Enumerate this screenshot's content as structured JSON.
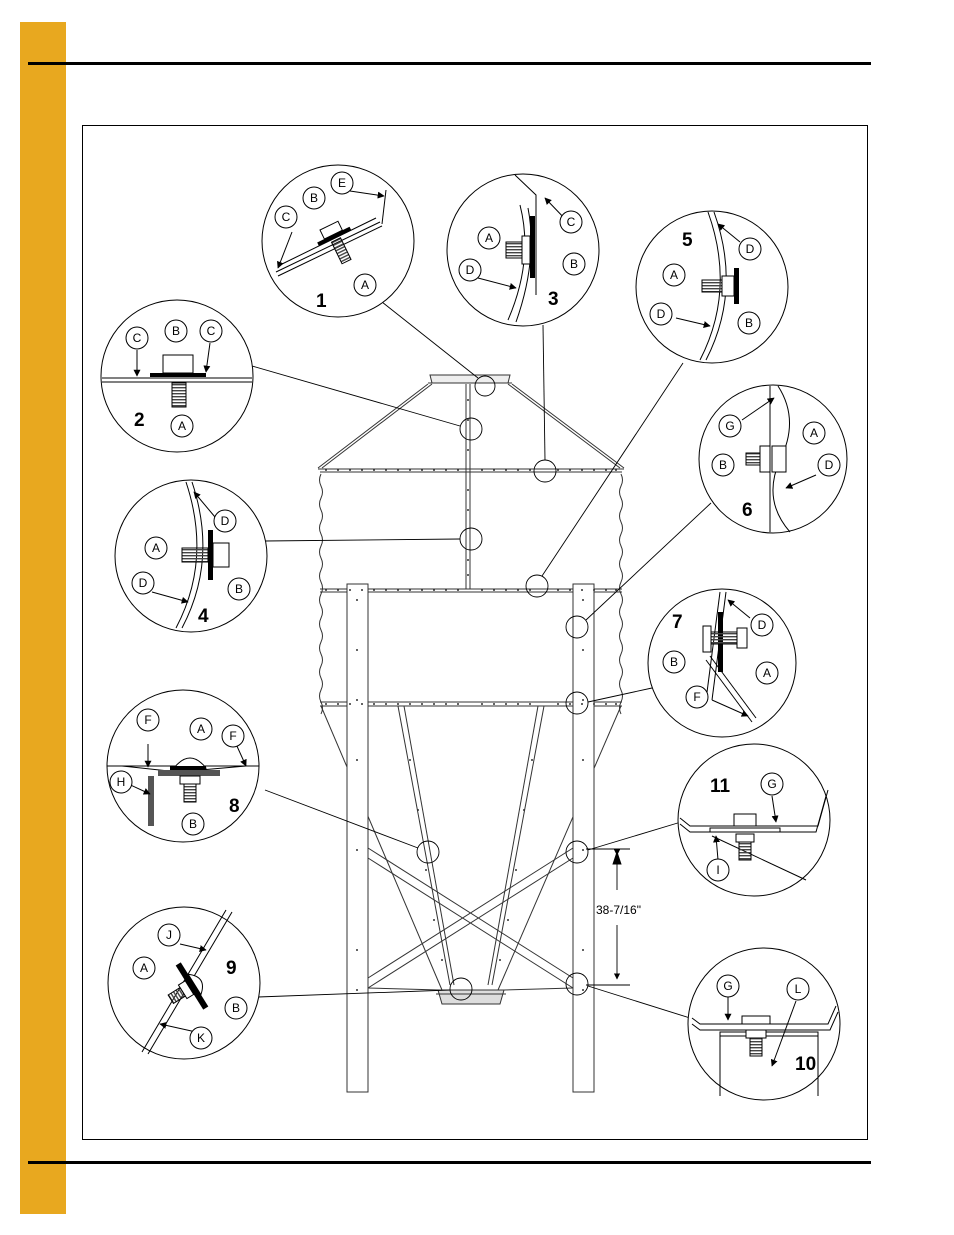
{
  "page": {
    "accent_color": "#E8A81F",
    "rule_color": "#000000"
  },
  "dimension": {
    "text": "38-7/16\""
  },
  "details": [
    {
      "number": "1",
      "callouts": [
        "E",
        "B",
        "C",
        "A"
      ]
    },
    {
      "number": "2",
      "callouts": [
        "C",
        "B",
        "C",
        "A"
      ]
    },
    {
      "number": "3",
      "callouts": [
        "C",
        "A",
        "B",
        "D"
      ]
    },
    {
      "number": "4",
      "callouts": [
        "D",
        "A",
        "D",
        "B"
      ]
    },
    {
      "number": "5",
      "callouts": [
        "D",
        "A",
        "D",
        "B"
      ]
    },
    {
      "number": "6",
      "callouts": [
        "G",
        "A",
        "B",
        "D"
      ]
    },
    {
      "number": "7",
      "callouts": [
        "D",
        "B",
        "A",
        "F"
      ]
    },
    {
      "number": "8",
      "callouts": [
        "F",
        "A",
        "F",
        "H",
        "B"
      ]
    },
    {
      "number": "9",
      "callouts": [
        "J",
        "A",
        "B",
        "K"
      ]
    },
    {
      "number": "10",
      "callouts": [
        "G",
        "L"
      ]
    },
    {
      "number": "11",
      "callouts": [
        "G",
        "I"
      ]
    }
  ]
}
